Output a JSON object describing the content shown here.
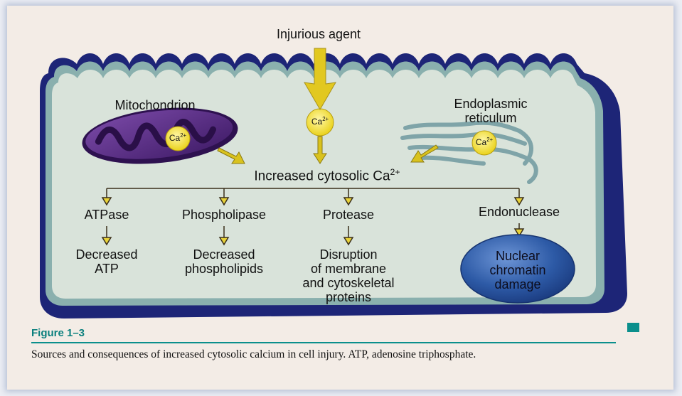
{
  "labels": {
    "agent": "Injurious agent",
    "mito": "Mitochondrion",
    "er_line1": "Endoplasmic",
    "er_line2": "reticulum",
    "ca_mito": "Ca2+",
    "ca_center": "Ca2+",
    "ca_er": "Ca2+",
    "cytosolic": "Increased cytosolic Ca2+",
    "atpase": "ATPase",
    "phospholipase": "Phospholipase",
    "protease": "Protease",
    "endonuclease": "Endonuclease",
    "dec_atp_1": "Decreased",
    "dec_atp_2": "ATP",
    "dec_phos_1": "Decreased",
    "dec_phos_2": "phospholipids",
    "disruption_1": "Disruption",
    "disruption_2": "of membrane",
    "disruption_3": "and cytoskeletal",
    "disruption_4": "proteins",
    "nuclear_1": "Nuclear",
    "nuclear_2": "chromatin",
    "nuclear_3": "damage"
  },
  "figure": {
    "title": "Figure 1–3",
    "caption": "Sources and consequences of increased cytosolic calcium in cell injury. ATP, adenosine triphosphate."
  },
  "colors": {
    "membrane_outer": "#1d2577",
    "membrane_inner": "#86a8a6",
    "cytoplasm": "#d6e0d8",
    "mito": "#5c2f86",
    "er": "#7fa4a8",
    "ion": "#f2dd2a",
    "arrow": "#d4bf22",
    "nucleus": "#2d5aa6",
    "accent": "#0a8f8c"
  }
}
